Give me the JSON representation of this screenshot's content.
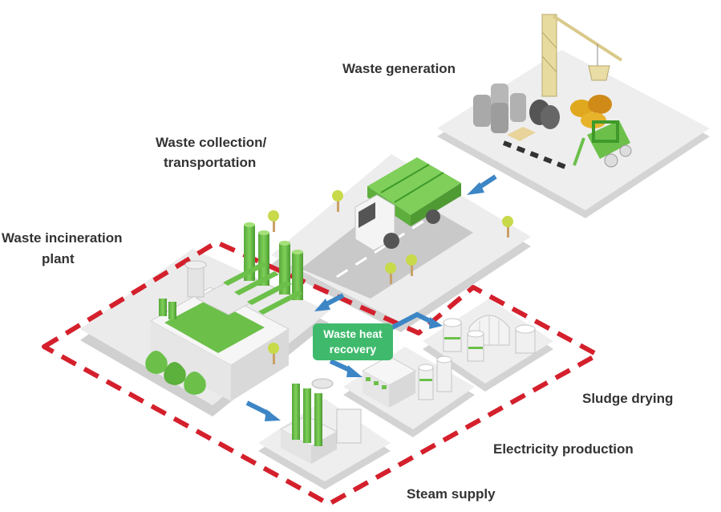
{
  "labels": {
    "waste_generation": "Waste generation",
    "waste_collection_1": "Waste collection/",
    "waste_collection_2": "transportation",
    "incineration_1": "Waste incineration",
    "incineration_2": "plant",
    "sludge_drying": "Sludge drying",
    "electricity_production": "Electricity production",
    "steam_supply": "Steam supply"
  },
  "badge": {
    "line1": "Waste heat",
    "line2": "recovery"
  },
  "colors": {
    "brand_green": "#6cc04a",
    "dark_green": "#3f9a2b",
    "badge_green": "#3fba6c",
    "flow_blue": "#3d86c6",
    "boundary_red": "#d4202c",
    "platform": "#ececec",
    "platform_side": "#d2d2d2",
    "label_text": "#333333"
  }
}
